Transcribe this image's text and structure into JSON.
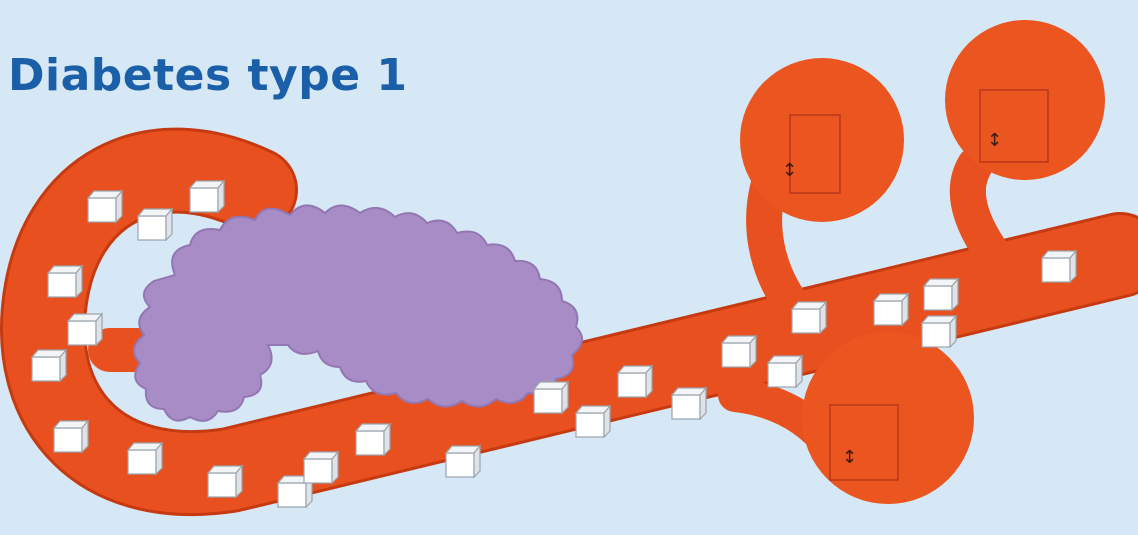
{
  "title": "Diabetes type 1",
  "colors": {
    "title": "#1a5fa8",
    "background": "#d6e8f6",
    "blood_vessel": "#e8511f",
    "vessel_outline": "#c63a12",
    "cell": "#ea5520",
    "pancreas": "#a88cc6",
    "sugar_cube": "#ffffff",
    "receptor_door": "#b9371a"
  },
  "diagram": {
    "elements": [
      "blood-vessel",
      "pancreas",
      "sugar-cubes",
      "body-cells",
      "closed-receptor-doors"
    ],
    "sugar_cube_count": 24,
    "cell_count": 3
  }
}
